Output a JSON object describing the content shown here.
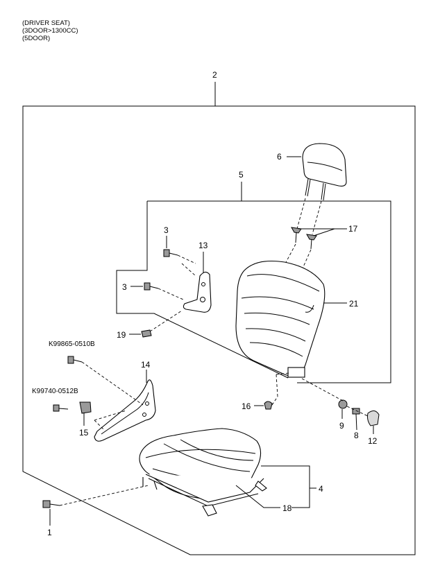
{
  "header": {
    "line1": "(DRIVER SEAT)",
    "line2": "(3DOOR>1300CC)",
    "line3": "(5DOOR)"
  },
  "callouts": {
    "c1": "1",
    "c2": "2",
    "c3a": "3",
    "c3b": "3",
    "c4": "4",
    "c5": "5",
    "c6": "6",
    "c8": "8",
    "c9": "9",
    "c12": "12",
    "c13": "13",
    "c14": "14",
    "c15": "15",
    "c16": "16",
    "c17": "17",
    "c18": "18",
    "c19": "19",
    "c21": "21"
  },
  "part_numbers": {
    "bolt_upper": "K99865-0510B",
    "bolt_lower": "K99740-0512B"
  }
}
